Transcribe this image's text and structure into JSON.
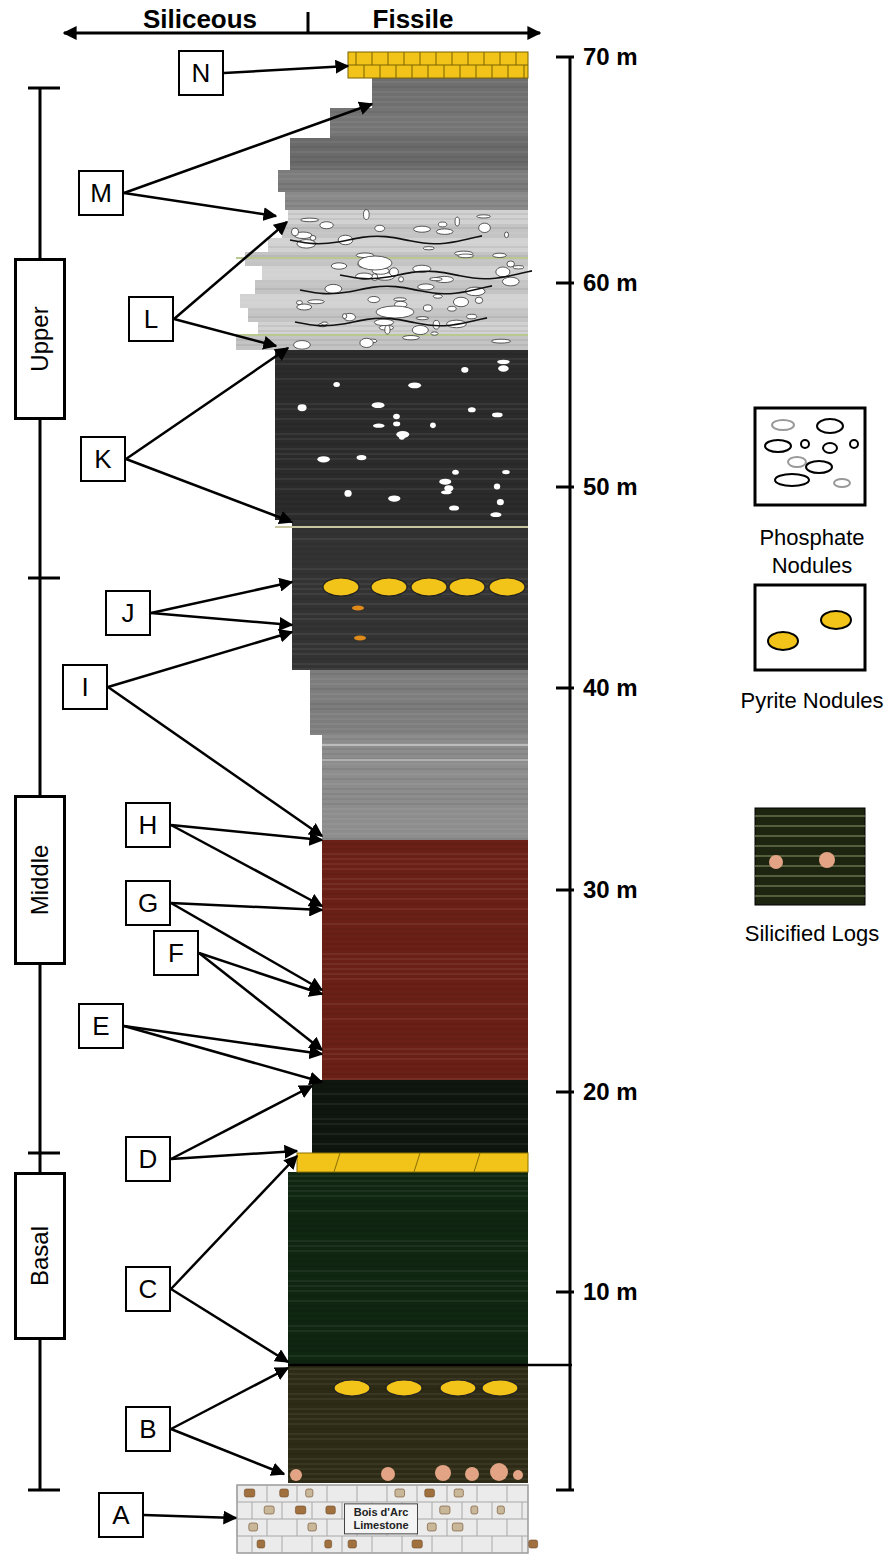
{
  "diagram": {
    "nodes": [
      {
        "text": [
          "N"
        ]
      },
      {
        "text": [
          "M"
        ]
      },
      {
        "text": [
          "L"
        ]
      },
      {
        "text": [
          "K"
        ]
      },
      {
        "text": [
          "J"
        ]
      },
      {
        "text": [
          "I"
        ]
      },
      {
        "text": [
          "H"
        ]
      },
      {
        "text": [
          "G"
        ]
      },
      {
        "text": [
          "F"
        ]
      },
      {
        "text": [
          "E"
        ]
      },
      {
        "text": [
          "D"
        ]
      },
      {
        "text": [
          "C"
        ]
      },
      {
        "text": [
          "B"
        ]
      },
      {
        "text": [
          "A"
        ]
      },
      {
        "text": [
          "Upper"
        ]
      },
      {
        "text": [
          "Middle"
        ]
      },
      {
        "text": [
          "Basal"
        ]
      }
    ],
    "labels": [
      "Siliceous",
      "Fissile",
      "70 m",
      "60 m",
      "50 m",
      "40 m",
      "30 m",
      "20 m",
      "10 m",
      "Bois d'Arc Limestone"
    ],
    "legend": [
      {
        "text": "Phosphate Nodules"
      },
      {
        "text": "Pyrite Nodules"
      },
      {
        "text": "Silicified Logs"
      }
    ]
  }
}
